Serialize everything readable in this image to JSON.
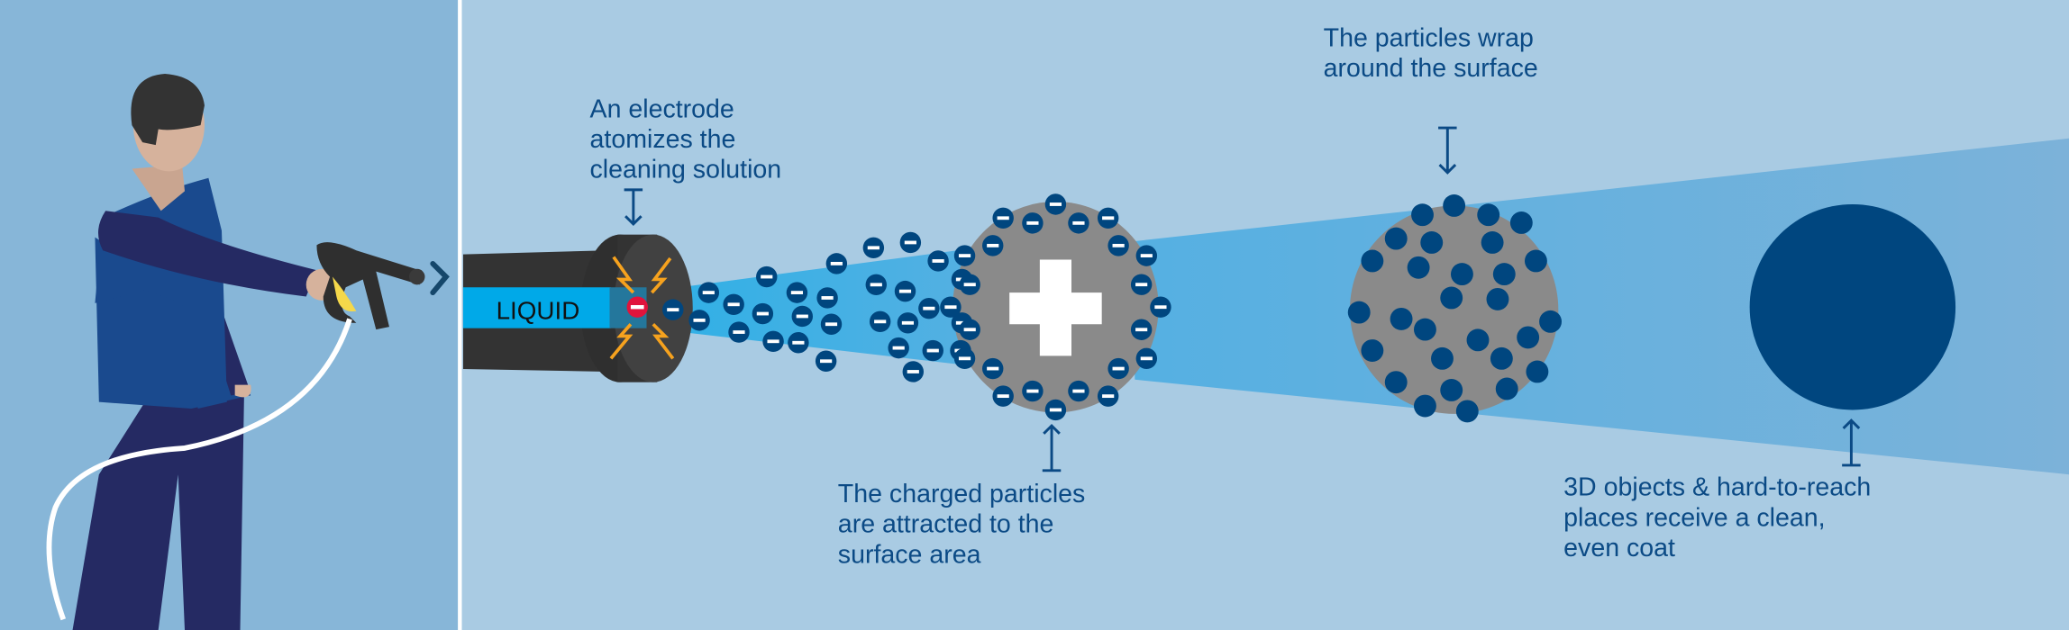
{
  "nozzle": {
    "label": "LIQUID"
  },
  "captions": {
    "electrode": [
      "An electrode",
      "atomizes the",
      "cleaning solution"
    ],
    "charged": [
      "The charged particles",
      "are attracted to the",
      "surface area"
    ],
    "wrap": [
      "The particles wrap",
      "around the surface"
    ],
    "coat": [
      "3D objects & hard-to-reach",
      "places receive a clean,",
      "even coat"
    ]
  },
  "colors": {
    "panel_left": "#87b6d8",
    "background": "#a9cbe3",
    "text": "#0b4a85",
    "particle": "#00467f",
    "surface": "#8a8a8a",
    "beam": "#37aee3",
    "liquid": "#00a9e8",
    "spark": "#f6a21e",
    "electrode_dot": "#e0143c"
  }
}
